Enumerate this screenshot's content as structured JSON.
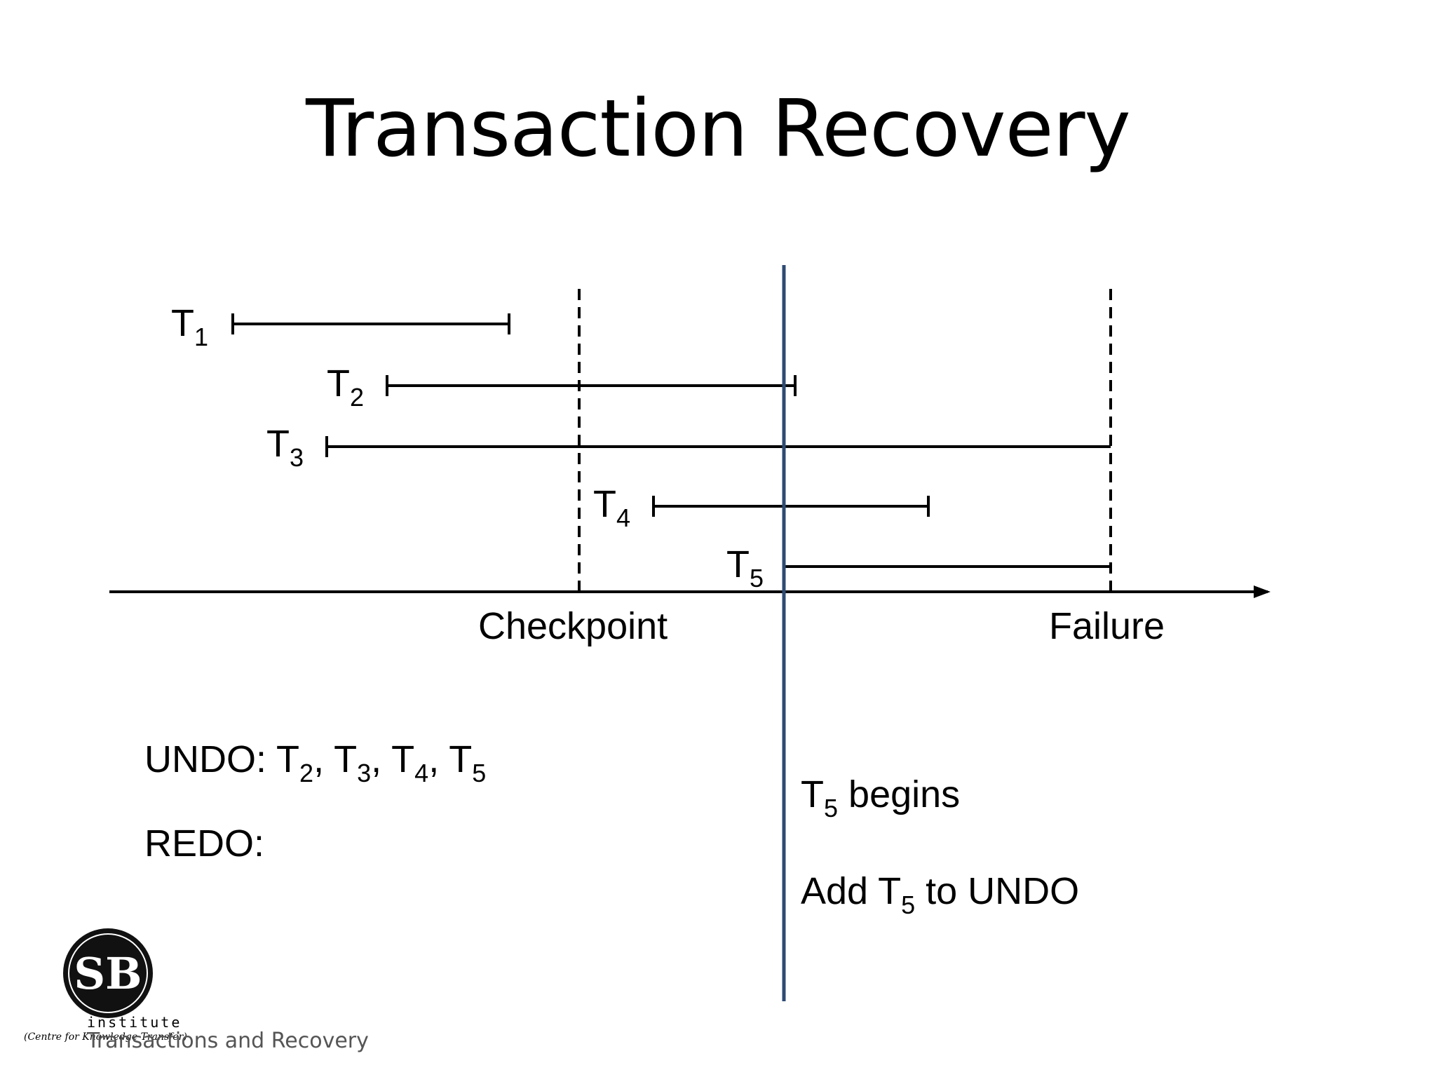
{
  "slide": {
    "title": "Transaction Recovery",
    "footer": "Transactions and Recovery"
  },
  "diagram": {
    "transactions": [
      {
        "name": "T",
        "sub": "1"
      },
      {
        "name": "T",
        "sub": "2"
      },
      {
        "name": "T",
        "sub": "3"
      },
      {
        "name": "T",
        "sub": "4"
      },
      {
        "name": "T",
        "sub": "5"
      }
    ],
    "markers": {
      "checkpoint": "Checkpoint",
      "failure": "Failure"
    },
    "colors": {
      "current_line": "#2f4b73",
      "lines": "#000000"
    }
  },
  "lists": {
    "undo_label": "UNDO: ",
    "undo_items": [
      {
        "name": "T",
        "sub": "2",
        "sep": ", "
      },
      {
        "name": "T",
        "sub": "3",
        "sep": ", "
      },
      {
        "name": "T",
        "sub": "4",
        "sep": ", "
      },
      {
        "name": "T",
        "sub": "5",
        "sep": ""
      }
    ],
    "redo_label": "REDO:"
  },
  "notes": {
    "begins": {
      "name": "T",
      "sub": "5",
      "after": " begins"
    },
    "add": {
      "before": "Add ",
      "name": "T",
      "sub": "5",
      "after": " to UNDO"
    }
  },
  "logo": {
    "mark": "SB",
    "word": "institute",
    "tagline": "(Centre for Knowledge Transfer)"
  }
}
